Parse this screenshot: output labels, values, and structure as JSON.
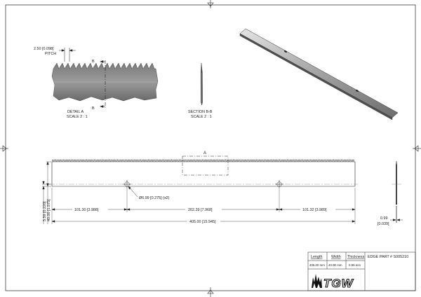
{
  "detail_a": {
    "pitch_value": "2.50 [0.098]",
    "pitch_label": "PITCH",
    "section_marker_top": "B",
    "section_marker_bottom": "B",
    "title": "DETAIL  A",
    "scale": "SCALE 2 : 1"
  },
  "section_bb": {
    "title": "SECTION B-B",
    "scale": "SCALE 2 : 1"
  },
  "main_view": {
    "detail_callout": "A",
    "hole_callout": "Ø6.99 [0.275] (x2)",
    "dims": {
      "left_offset": "101.30 [3.988]",
      "hole_spacing": "202.39 [7.968]",
      "right_offset": "101.32 [3.989]",
      "overall_length": "405.00 [15.945]",
      "height": "40.00 [1.575]",
      "hole_height": "5.59 [0.220]",
      "thickness_value": "0.99",
      "thickness_inch": "[0.039]"
    }
  },
  "title_block": {
    "length_label": "Length",
    "length_value": "405.00 mm",
    "width_label": "Width",
    "width_value": "40.00 mm",
    "thickness_label": "Thickness",
    "thickness_value": "0.99 mm",
    "part_number": "EDGE PART # S005210",
    "logo": "TGW"
  },
  "colors": {
    "line": "#222222",
    "metal_dark": "#5e5e5e",
    "metal_light": "#b4b4b4",
    "hidden_line": "#7a7a7a"
  }
}
